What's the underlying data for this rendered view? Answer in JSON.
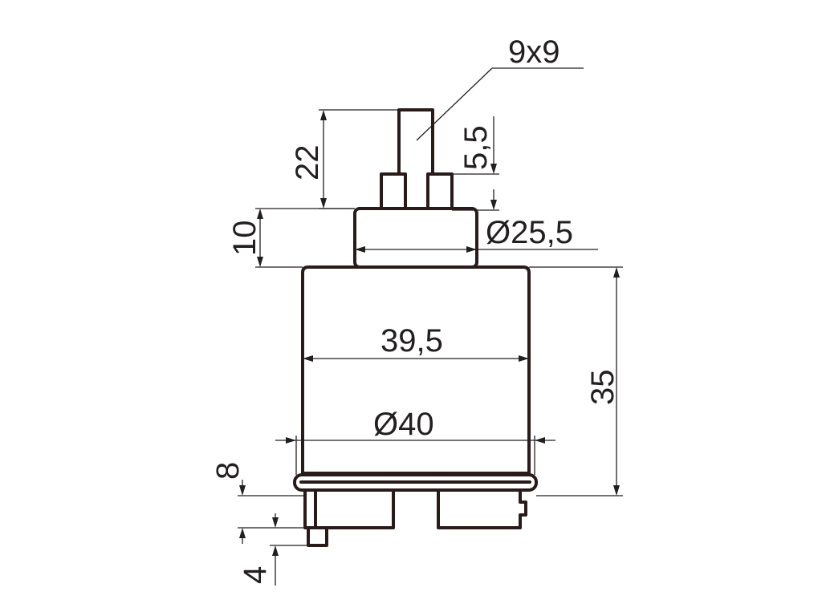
{
  "dimensions": {
    "square_spindle": "9x9",
    "stem_height": "22",
    "tab_height": "5,5",
    "collar_height": "10",
    "collar_diameter": "Ø25,5",
    "body_width": "39,5",
    "body_height": "35",
    "flange_diameter": "Ø40",
    "base_height": "8",
    "pin_length": "4"
  }
}
